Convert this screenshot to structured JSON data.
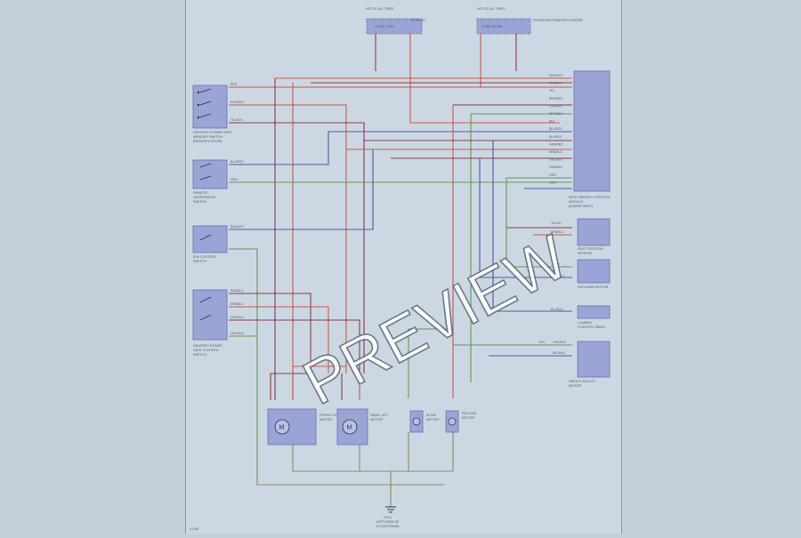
{
  "sheet": {
    "page_number": "41-89"
  },
  "watermark": {
    "text": "PREVIEW"
  },
  "colors": {
    "red": "#c9574e",
    "purple": "#8b3a4a",
    "green": "#5f9a5a",
    "blue": "#5552a8",
    "olive": "#8c8a60",
    "component_fill": "#9aa4d6",
    "component_stroke": "#6a72a8"
  },
  "top_fuses": [
    {
      "name": "fuse-block-1",
      "top_label": "HOT AT ALL TIMES",
      "inner": "FUSE 7 10A",
      "side_label": "I/P RELAY"
    },
    {
      "name": "fuse-block-2",
      "top_label": "HOT AT ALL TIMES",
      "inner": "FUSE 48 15A",
      "side_label": "POWER DISTRIBUTION CENTER"
    }
  ],
  "switches": [
    {
      "name": "memory-switch",
      "caption_lines": [
        "DRIVER'S POWER SEAT",
        "MEMORY SWITCH",
        "(DRIVER'S DOOR)"
      ],
      "wires": [
        "RED",
        "RED/WHT",
        "YEL/BLK"
      ]
    },
    {
      "name": "remote-switch",
      "caption_lines": [
        "REMOTE",
        "SUSPENSION",
        "SWITCH"
      ],
      "wires": [
        "BLU/RED",
        "GRN"
      ]
    },
    {
      "name": "ign-switch",
      "caption_lines": [
        "IGN CONTROL",
        "SWITCH"
      ],
      "wires": [
        "BLK/WHT"
      ]
    },
    {
      "name": "power-seat-switch",
      "caption_lines": [
        "DRIVER'S POWER",
        "SEAT CONTROL",
        "SWITCH"
      ],
      "wires": [
        "RED/BLK",
        "BRN/BLK",
        "GRN/BLK",
        "ORG/BLK"
      ]
    }
  ],
  "module": {
    "caption_lines": [
      "SEAT MEMORY CONTROL",
      "MODULE",
      "(UNDER SEAT)"
    ],
    "pins": [
      "RED/WHT",
      "BRN/BLK",
      "YEL",
      "BRN/RED",
      "GRN/BLK",
      "WHT/BLK",
      "BLK",
      "BLU/RED",
      "BLU/BLK",
      "GRN/RED",
      "BRN/BLK",
      "ORG/BLK",
      "GRN/BLK",
      "GRN",
      "GRN"
    ]
  },
  "right_components": [
    {
      "name": "seat-position-sensor",
      "caption_lines": [
        "SEAT POSITION",
        "SENSOR"
      ],
      "wires": [
        "YEL/BL",
        "BRN/BLK"
      ]
    },
    {
      "name": "recliner-motor",
      "caption_lines": [
        "RECLINER MOTOR"
      ],
      "wires": [
        "GRN",
        "GRY",
        "BLK/BLU"
      ]
    },
    {
      "name": "lumbar-panel",
      "caption_lines": [
        "LUMBAR",
        "CONTROL PANEL"
      ],
      "wires": [
        "BLU/BLK"
      ]
    },
    {
      "name": "height-motor",
      "caption_lines": [
        "HEIGHT ADJUST",
        "MOTOR"
      ],
      "wires": [
        "GRY",
        "ORG/BLK",
        "BLU/BLK"
      ]
    }
  ],
  "motors": [
    {
      "name": "front-lift-motor",
      "caption_lines": [
        "FRONT LIFT",
        "MOTOR"
      ]
    },
    {
      "name": "rear-lift-motor",
      "caption_lines": [
        "REAR LIFT",
        "MOTOR"
      ]
    },
    {
      "name": "slide-motor",
      "caption_lines": [
        "SLIDE",
        "MOTOR"
      ]
    },
    {
      "name": "recline-motor",
      "caption_lines": [
        "RECLINE",
        "MOTOR"
      ]
    }
  ],
  "ground": {
    "label": "G201",
    "caption_lines": [
      "LEFT SIDE OF",
      "FLOOR PANEL"
    ]
  }
}
